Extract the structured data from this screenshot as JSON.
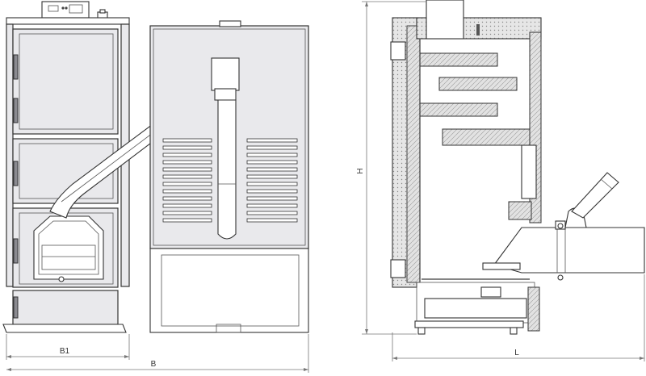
{
  "dimensions": {
    "b1": "B1",
    "b": "B",
    "h": "H",
    "l": "L"
  },
  "colors": {
    "line": "#3a3a3a",
    "body": "#e9e9ec",
    "insulation": "#dcdcdc"
  }
}
